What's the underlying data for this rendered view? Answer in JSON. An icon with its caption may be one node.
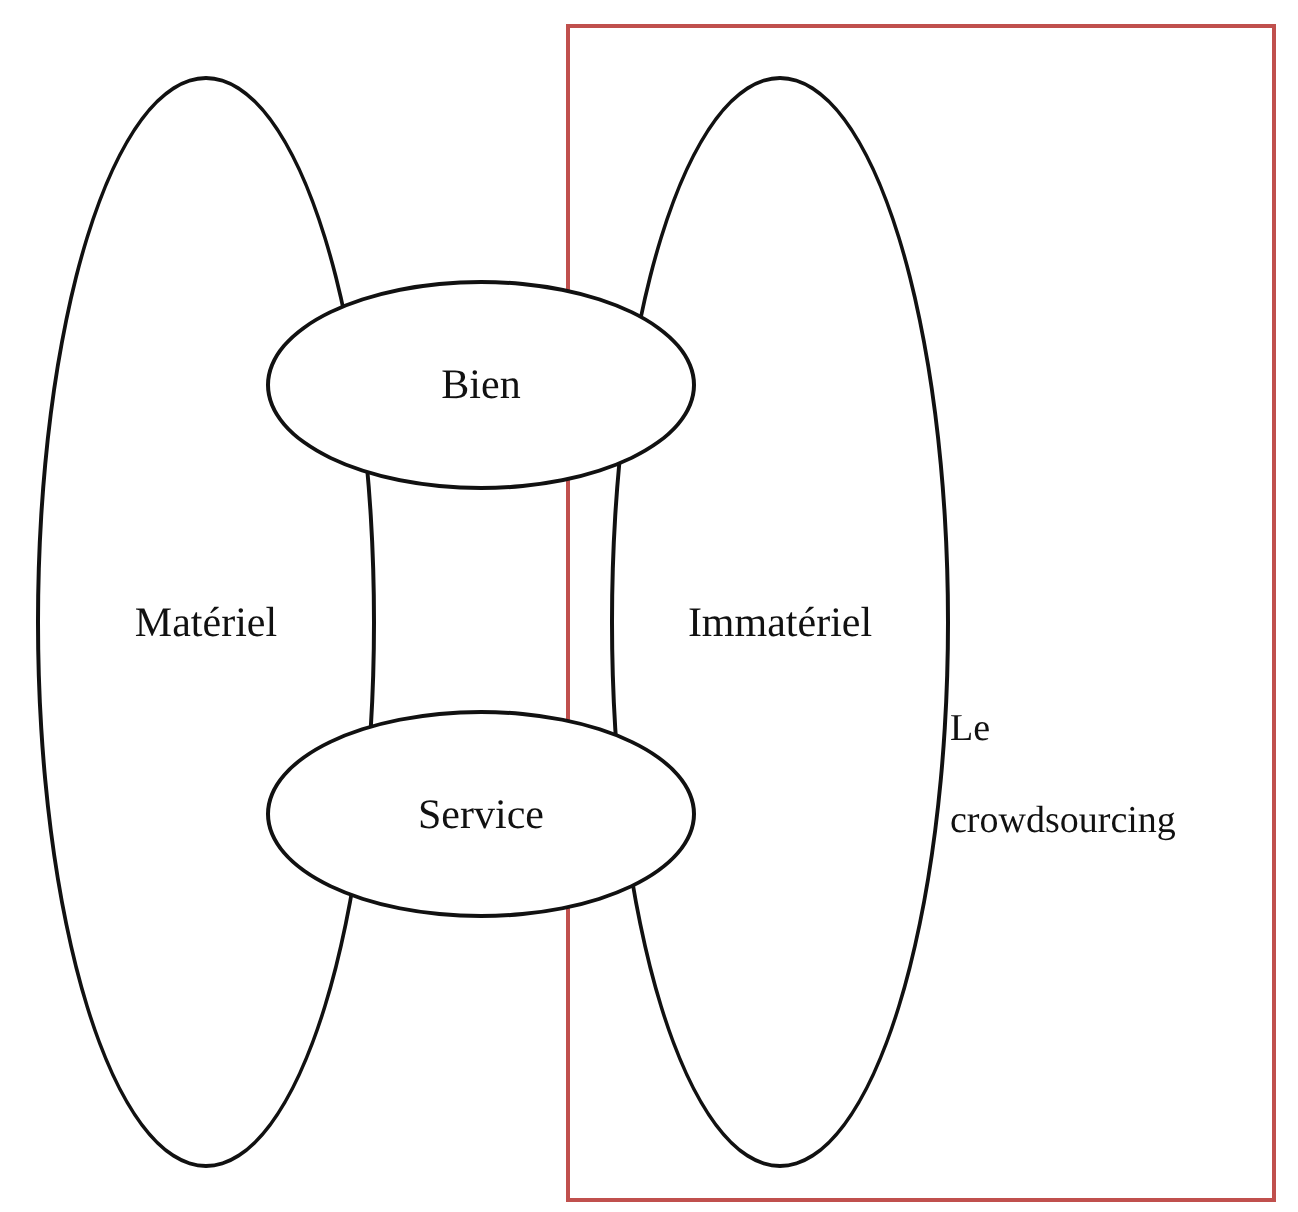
{
  "diagram": {
    "nodes": [
      {
        "text": [
          "Matériel"
        ]
      },
      {
        "text": [
          "Bien"
        ]
      },
      {
        "text": [
          "Le crowdsourcing"
        ]
      },
      {
        "text": [
          "Immatériel"
        ],
        "in": 2
      },
      {
        "text": [
          "Service"
        ]
      }
    ]
  }
}
